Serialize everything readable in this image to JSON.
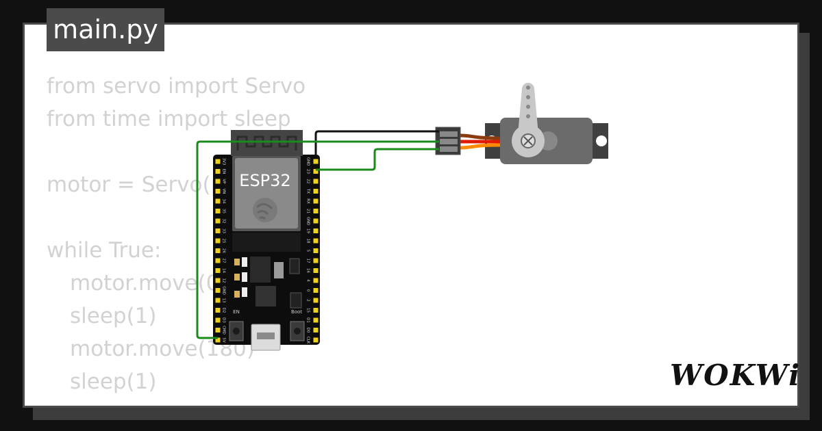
{
  "file_tab": {
    "name": "main.py"
  },
  "code": {
    "lines": [
      "from servo import Servo",
      "from time import sleep",
      "",
      "motor = Servo(pin=23)",
      "",
      "while True:",
      "motor.move(0)",
      "sleep(1)",
      "motor.move(180)",
      "sleep(1)"
    ]
  },
  "board": {
    "chip_label": "ESP32",
    "left_pins": [
      "3V3",
      "EN",
      "VP",
      "VN",
      "34",
      "35",
      "32",
      "33",
      "25",
      "26",
      "27",
      "14",
      "12",
      "GND",
      "13",
      "D2",
      "D3",
      "CMD",
      "5V"
    ],
    "right_pins": [
      "GND",
      "23",
      "22",
      "TX",
      "RX",
      "21",
      "GND",
      "19",
      "18",
      "5",
      "17",
      "16",
      "4",
      "0",
      "2",
      "15",
      "D1",
      "D0",
      "CLK"
    ],
    "button_left": "EN",
    "button_right": "Boot"
  },
  "colors": {
    "code_text": "#d2d2d2",
    "tab_bg": "#4b4b4b",
    "wire_green": "#1a8a1a",
    "wire_black": "#111111",
    "servo_body": "#6b6b6b",
    "servo_horn": "#c8c8c8",
    "pin_gold": "#f0d21e"
  },
  "icons": {
    "espressif_logo": "espressif-logo-icon",
    "servo_center": "close-circle-icon"
  },
  "brand": {
    "logo_text": "WOKWi"
  }
}
